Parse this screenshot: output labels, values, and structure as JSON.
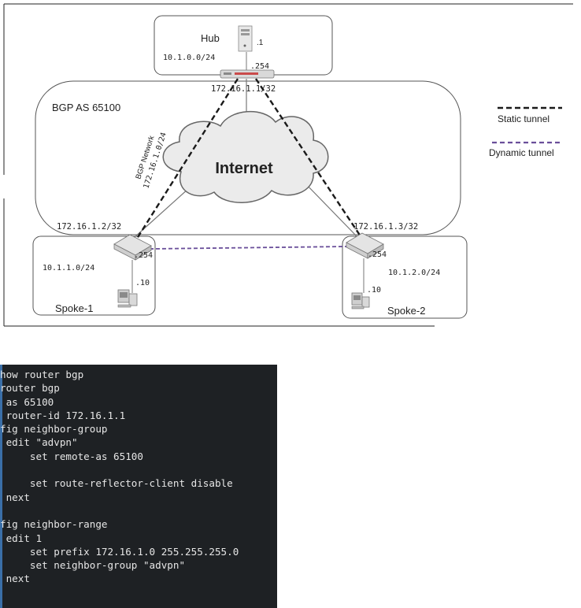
{
  "diagram": {
    "hub": {
      "label": "Hub",
      "subnet": "10.1.0.0/24",
      "host_ip": ".1",
      "gw_ip": ".254",
      "wan_ip": "172.16.1.1/32"
    },
    "bgp": {
      "label": "BGP AS 65100",
      "network_title": "BGP Network",
      "network_value": "172.16.1.0/24"
    },
    "cloud": {
      "label": "Internet"
    },
    "spoke1": {
      "label": "Spoke-1",
      "subnet": "10.1.1.0/24",
      "gw_ip": ".254",
      "host_ip": ".10",
      "wan_ip": "172.16.1.2/32"
    },
    "spoke2": {
      "label": "Spoke-2",
      "subnet": "10.1.2.0/24",
      "gw_ip": ".254",
      "host_ip": ".10",
      "wan_ip": "172.16.1.3/32"
    },
    "legend": {
      "static": "Static tunnel",
      "dynamic": "Dynamic tunnel"
    },
    "colors": {
      "static_tunnel": "#1a1a1a",
      "dynamic_tunnel": "#6a4f9a",
      "box_border": "#555555"
    }
  },
  "terminal": {
    "lines": [
      "how router bgp",
      "router bgp",
      " as 65100",
      " router-id 172.16.1.1",
      "fig neighbor-group",
      " edit \"advpn\"",
      "     set remote-as 65100",
      "",
      "     set route-reflector-client disable",
      " next",
      "",
      "fig neighbor-range",
      " edit 1",
      "     set prefix 172.16.1.0 255.255.255.0",
      "     set neighbor-group \"advpn\"",
      " next"
    ]
  }
}
